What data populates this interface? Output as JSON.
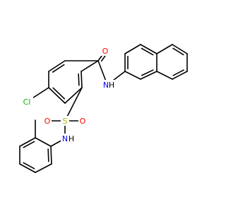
{
  "molecule": {
    "atom_labels": {
      "O_amide": "O",
      "N_amide": "N",
      "H_amide": "H",
      "Cl": "Cl",
      "S": "S",
      "O_sulfonyl_left": "O",
      "O_sulfonyl_right": "O",
      "N_sulfonamide": "N",
      "H_sulfonamide": "H"
    },
    "colors": {
      "bond": "#000000",
      "O": "#ff0000",
      "N": "#0000ff",
      "S": "#b2b200",
      "Cl": "#00b200",
      "H": "#000000"
    }
  }
}
